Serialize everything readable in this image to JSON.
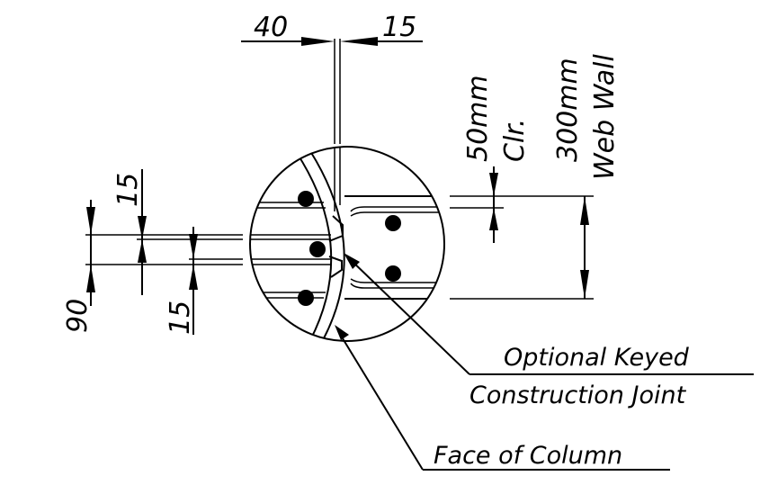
{
  "dimensions": {
    "top_left": "40",
    "top_right": "15",
    "left_upper": "15",
    "left_lower": "15",
    "left_total": "90",
    "clearance_value": "50mm",
    "clearance_label": "Clr.",
    "wall_value": "300mm",
    "wall_label": "Web Wall"
  },
  "notes": {
    "joint_line1": "Optional Keyed",
    "joint_line2": "Construction Joint",
    "face": "Face of Column"
  }
}
